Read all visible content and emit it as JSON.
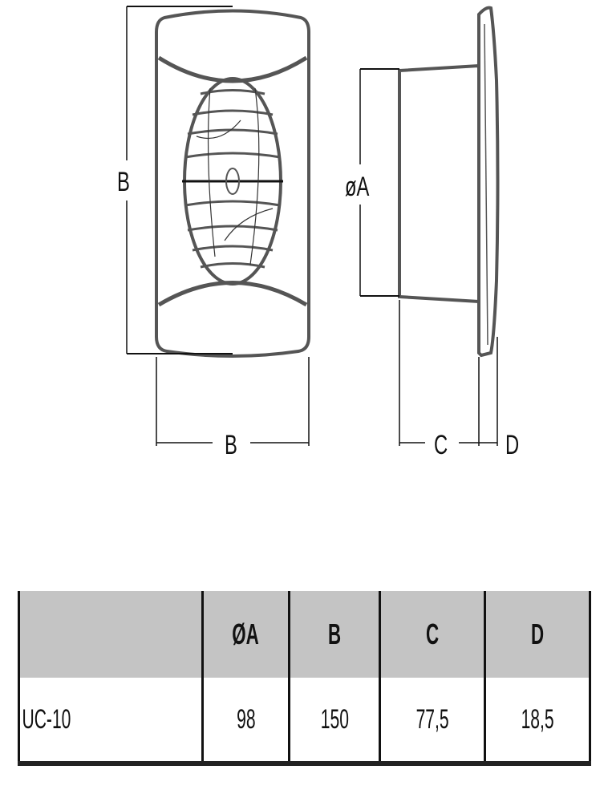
{
  "drawing": {
    "front_height_label": "B",
    "front_width_label": "B",
    "diameter_label": "øA",
    "depth_label": "C",
    "flange_label": "D"
  },
  "table": {
    "headers": [
      "",
      "ØA",
      "B",
      "C",
      "D"
    ],
    "rows": [
      {
        "model": "UC-10",
        "a": "98",
        "b": "150",
        "c": "77,5",
        "d": "18,5"
      }
    ]
  }
}
